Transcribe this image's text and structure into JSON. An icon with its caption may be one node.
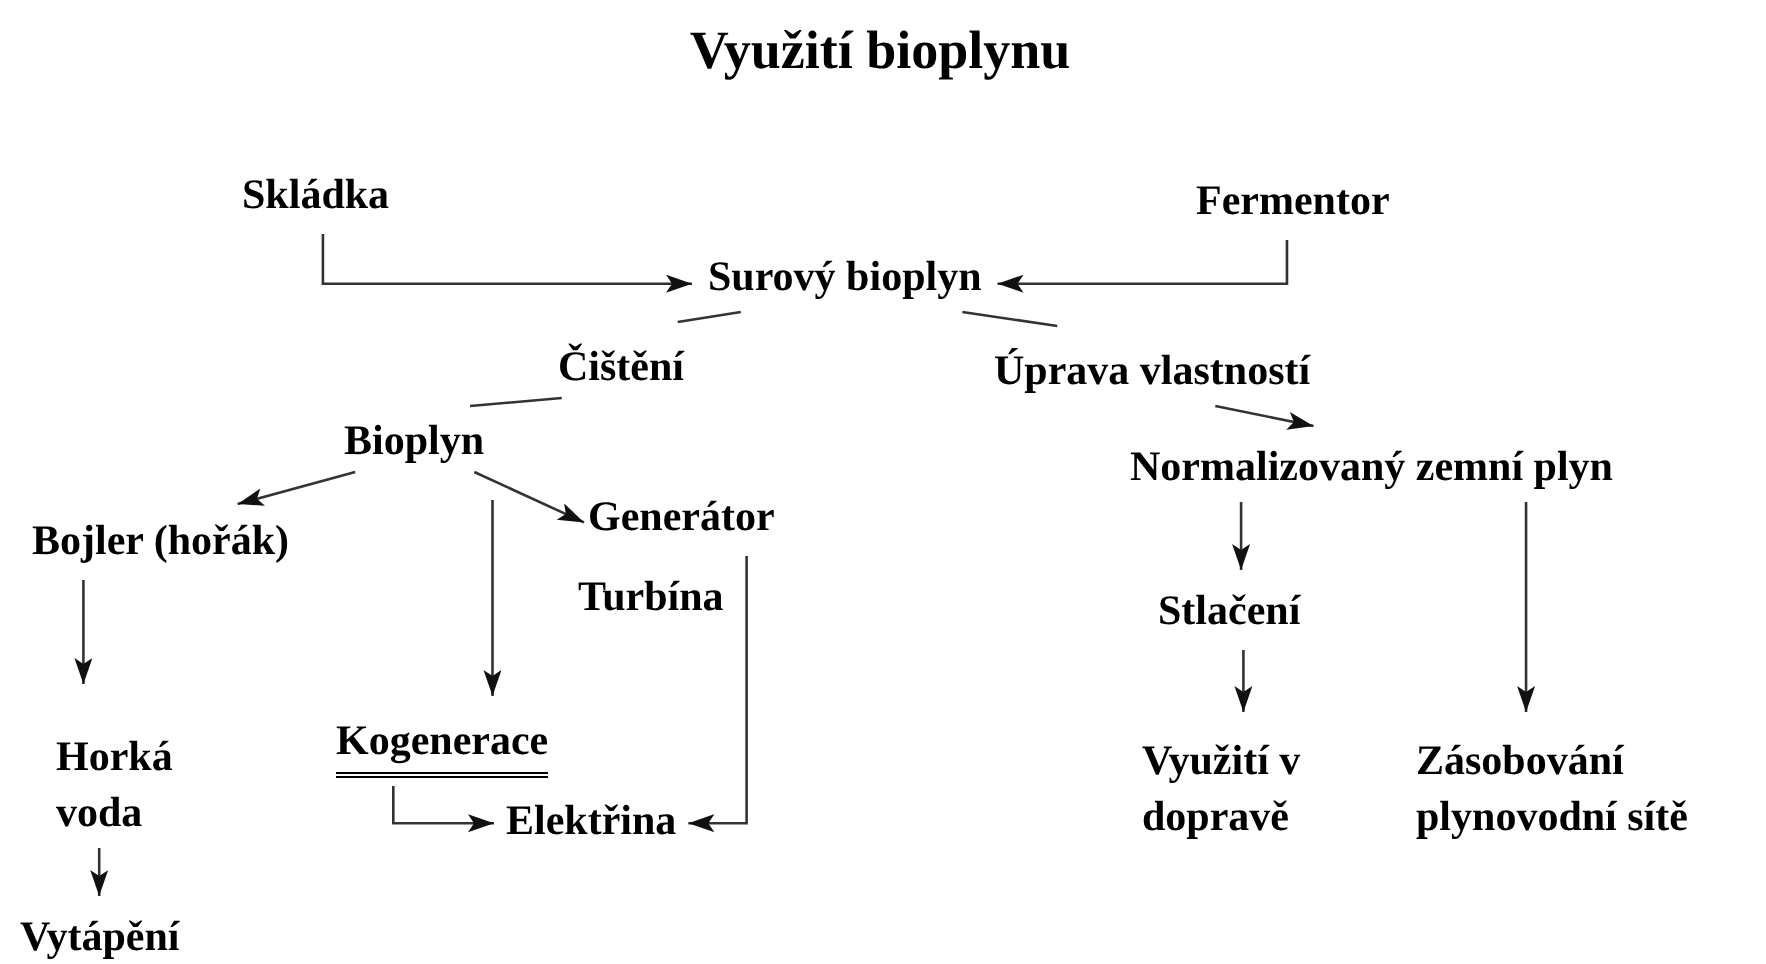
{
  "diagram": {
    "title": "Využití bioplynu",
    "nodes": [
      {
        "text": [
          "Skládka"
        ]
      },
      {
        "text": [
          "Fermentor"
        ]
      },
      {
        "text": [
          "Surový bioplyn"
        ]
      },
      {
        "text": [
          "Čištění"
        ]
      },
      {
        "text": [
          "Úprava vlastností"
        ]
      },
      {
        "text": [
          "Bioplyn"
        ]
      },
      {
        "text": [
          "Normalizovaný zemní plyn"
        ]
      },
      {
        "text": [
          "Bojler (hořák)"
        ]
      },
      {
        "text": [
          "Generátor"
        ]
      },
      {
        "text": [
          "Turbína"
        ]
      },
      {
        "text": [
          "Stlačení"
        ]
      },
      {
        "text": [
          "Horká voda"
        ]
      },
      {
        "text": [
          "Kogenerace"
        ]
      },
      {
        "text": [
          "Elektřina"
        ]
      },
      {
        "text": [
          "Využití v dopravě"
        ]
      },
      {
        "text": [
          "Zásobování plynovodní sítě"
        ]
      },
      {
        "text": [
          "Vytápění"
        ]
      }
    ],
    "edges": [
      {
        "from": 0,
        "to": 2,
        "arrow": "to"
      },
      {
        "from": 1,
        "to": 2,
        "arrow": "to"
      },
      {
        "from": 2,
        "to": 3,
        "arrow": "none"
      },
      {
        "from": 2,
        "to": 4,
        "arrow": "none"
      },
      {
        "from": 3,
        "to": 5,
        "arrow": "none"
      },
      {
        "from": 4,
        "to": 6,
        "arrow": "to"
      },
      {
        "from": 5,
        "to": 7,
        "arrow": "to"
      },
      {
        "from": 5,
        "to": 8,
        "arrow": "to"
      },
      {
        "from": 5,
        "to": 12,
        "arrow": "to"
      },
      {
        "from": 8,
        "to": 13,
        "arrow": "to"
      },
      {
        "from": 12,
        "to": 13,
        "arrow": "to"
      },
      {
        "from": 7,
        "to": 11,
        "arrow": "to"
      },
      {
        "from": 11,
        "to": 16,
        "arrow": "to"
      },
      {
        "from": 6,
        "to": 10,
        "arrow": "to"
      },
      {
        "from": 10,
        "to": 14,
        "arrow": "to"
      },
      {
        "from": 6,
        "to": 15,
        "arrow": "to"
      }
    ]
  }
}
